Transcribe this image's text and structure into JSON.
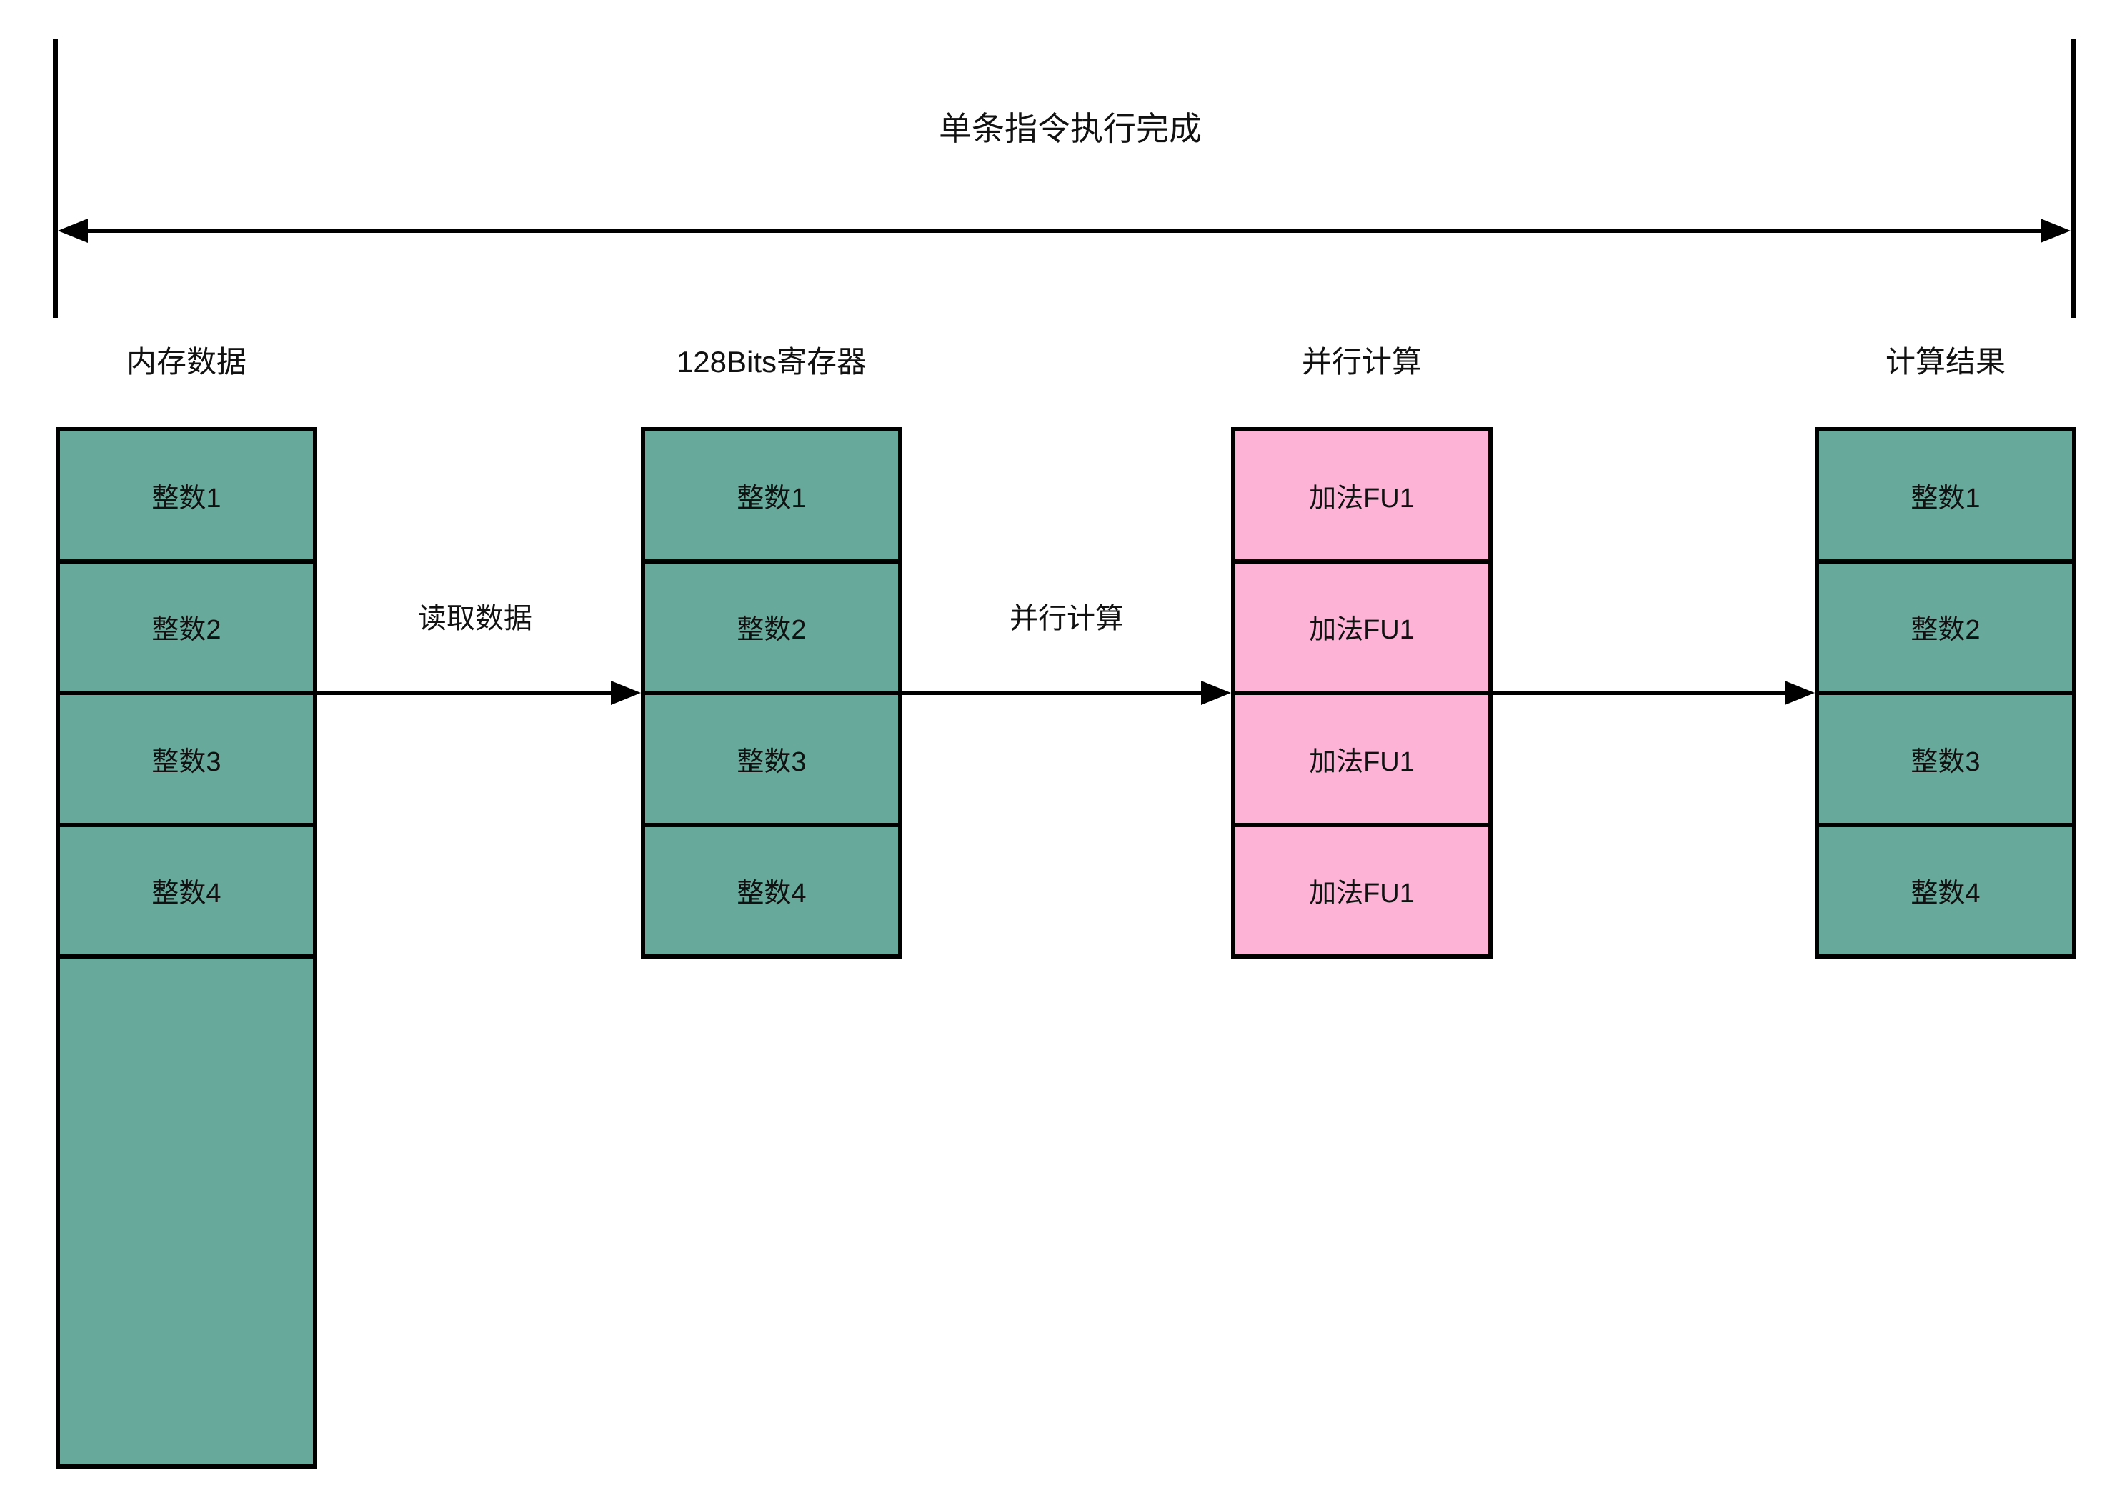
{
  "title": "单条指令执行完成",
  "colors": {
    "box_green": "#67A99A",
    "box_pink": "#FCB3D6",
    "line": "#000000"
  },
  "arrows": [
    {
      "label": "读取数据"
    },
    {
      "label": "并行计算"
    },
    {
      "label": ""
    }
  ],
  "columns": [
    {
      "header": "内存数据",
      "style": "green",
      "cells": [
        "整数1",
        "整数2",
        "整数3",
        "整数4"
      ],
      "has_extra_block": true
    },
    {
      "header": "128Bits寄存器",
      "style": "green",
      "cells": [
        "整数1",
        "整数2",
        "整数3",
        "整数4"
      ],
      "has_extra_block": false
    },
    {
      "header": "并行计算",
      "style": "pink",
      "cells": [
        "加法FU1",
        "加法FU1",
        "加法FU1",
        "加法FU1"
      ],
      "has_extra_block": false
    },
    {
      "header": "计算结果",
      "style": "green",
      "cells": [
        "整数1",
        "整数2",
        "整数3",
        "整数4"
      ],
      "has_extra_block": false
    }
  ]
}
